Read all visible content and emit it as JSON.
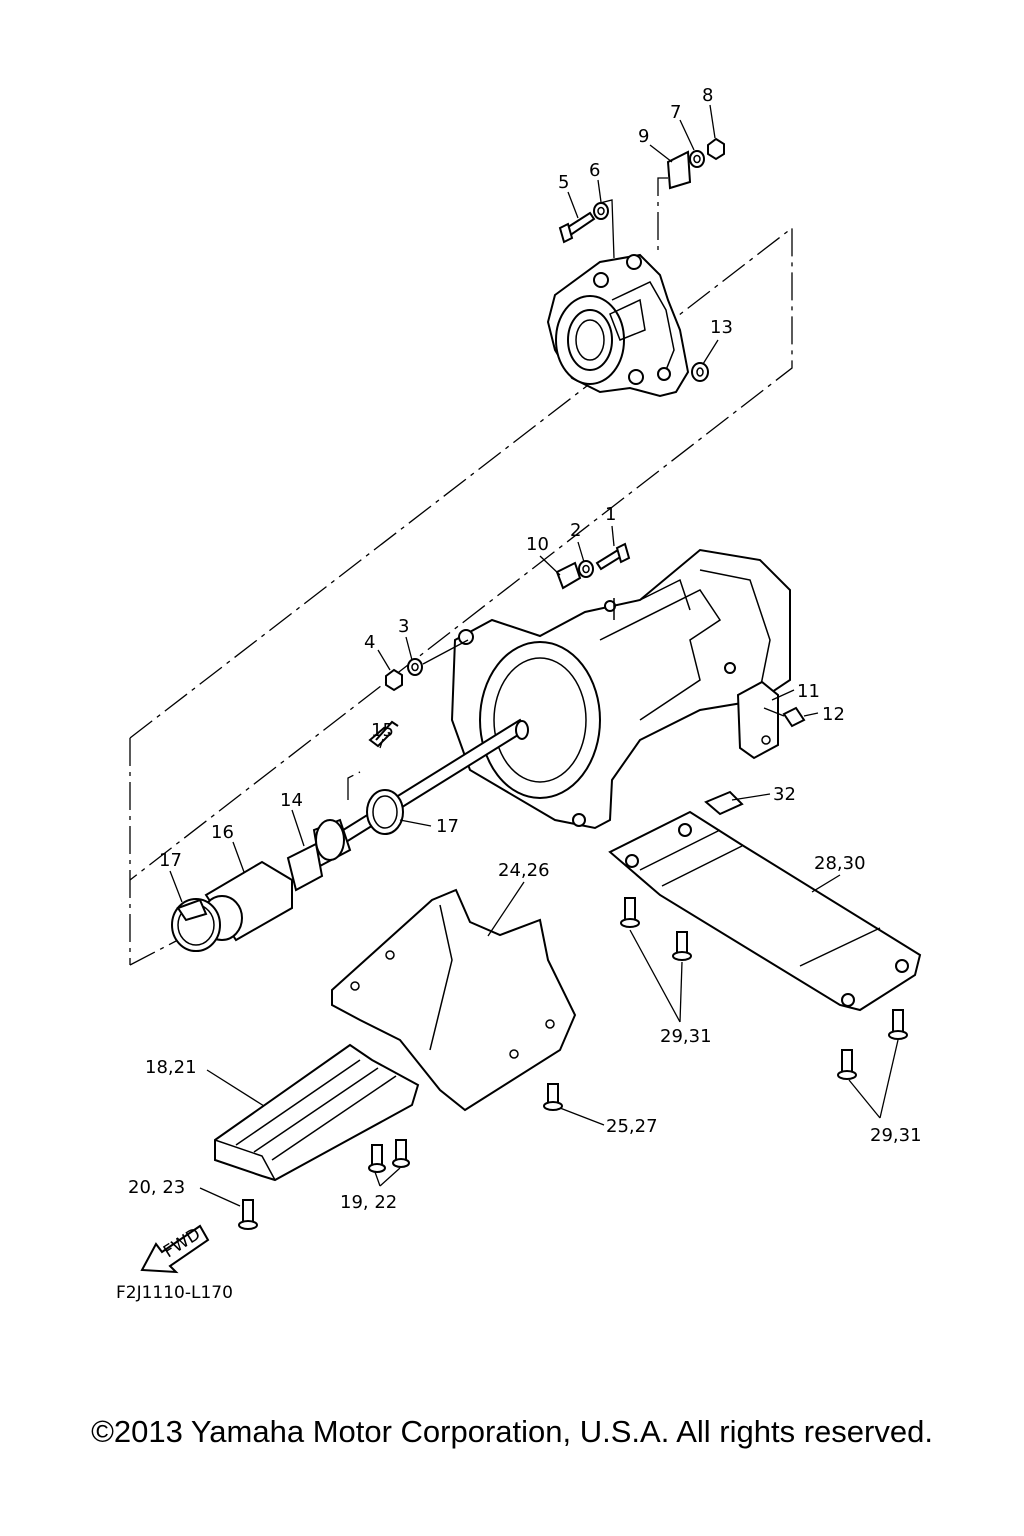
{
  "diagram": {
    "callouts": [
      {
        "id": "c1",
        "text": "1"
      },
      {
        "id": "c2",
        "text": "2"
      },
      {
        "id": "c3",
        "text": "3"
      },
      {
        "id": "c4",
        "text": "4"
      },
      {
        "id": "c5",
        "text": "5"
      },
      {
        "id": "c6",
        "text": "6"
      },
      {
        "id": "c7",
        "text": "7"
      },
      {
        "id": "c8",
        "text": "8"
      },
      {
        "id": "c9",
        "text": "9"
      },
      {
        "id": "c10",
        "text": "10"
      },
      {
        "id": "c11",
        "text": "11"
      },
      {
        "id": "c12",
        "text": "12"
      },
      {
        "id": "c13",
        "text": "13"
      },
      {
        "id": "c14",
        "text": "14"
      },
      {
        "id": "c15",
        "text": "15"
      },
      {
        "id": "c16",
        "text": "16"
      },
      {
        "id": "c17a",
        "text": "17"
      },
      {
        "id": "c17b",
        "text": "17"
      },
      {
        "id": "c18",
        "text": "18,21"
      },
      {
        "id": "c19",
        "text": "19, 22"
      },
      {
        "id": "c20",
        "text": "20,  23"
      },
      {
        "id": "c24",
        "text": "24,26"
      },
      {
        "id": "c25",
        "text": "25,27"
      },
      {
        "id": "c28",
        "text": "28,30"
      },
      {
        "id": "c29a",
        "text": "29,31"
      },
      {
        "id": "c29b",
        "text": "29,31"
      },
      {
        "id": "c32",
        "text": "32"
      }
    ],
    "fwd_label": "FWD",
    "reference_code": "F2J1110-L170"
  },
  "footer": {
    "copyright": "©2013 Yamaha Motor Corporation, U.S.A. All rights reserved."
  }
}
